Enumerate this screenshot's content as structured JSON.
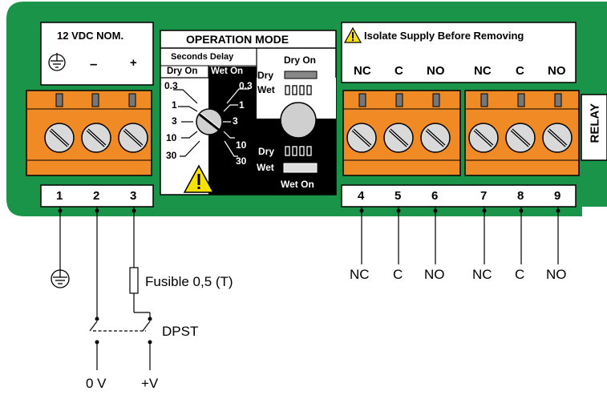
{
  "power": {
    "header": "12 VDC NOM.",
    "minus": "–",
    "plus": "+",
    "terminals": [
      "1",
      "2",
      "3"
    ]
  },
  "operation": {
    "title": "OPERATION MODE",
    "seconds_delay": "Seconds Delay",
    "dry_on_tab": "Dry On",
    "wet_on_tab": "Wet On",
    "dry_on_corner": "Dry On",
    "dry": "Dry",
    "wet": "Wet",
    "wet_on_corner": "Wet On",
    "left_scale": [
      "0.3",
      "1",
      "3",
      "10",
      "30"
    ],
    "right_scale": [
      "0.3",
      "1",
      "3",
      "10",
      "30"
    ]
  },
  "relay": {
    "warning": "Isolate Supply Before Removing",
    "contacts_top": [
      "NC",
      "C",
      "NO",
      "NC",
      "C",
      "NO"
    ],
    "terminals": [
      "4",
      "5",
      "6",
      "7",
      "8",
      "9"
    ],
    "side_label": "RELAY",
    "contacts_bottom": [
      "NC",
      "C",
      "NO",
      "NC",
      "C",
      "NO"
    ]
  },
  "wiring": {
    "fuse": "Fusible 0,5 (T)",
    "switch": "DPST",
    "zero_v": "0 V",
    "plus_v": "+V"
  },
  "colors": {
    "board": "#1a9448",
    "terminal": "#f08a24",
    "black": "#000000"
  }
}
